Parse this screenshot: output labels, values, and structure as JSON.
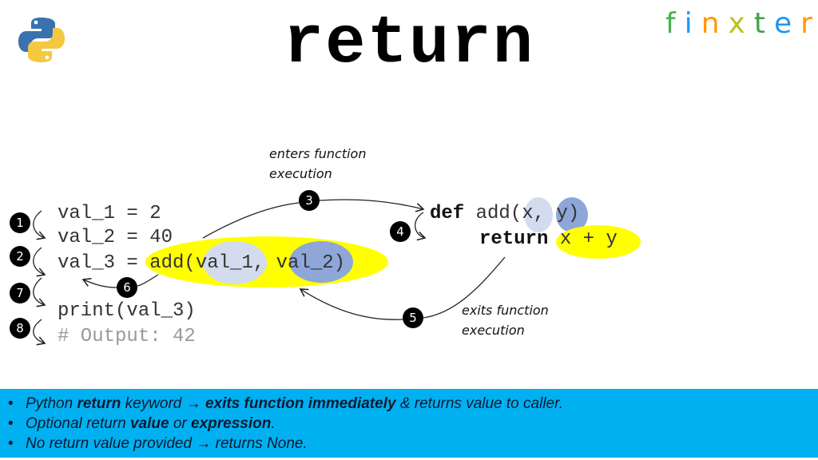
{
  "title": "return",
  "logos": {
    "python": "python-logo",
    "finxter": {
      "letters": [
        {
          "char": "f",
          "color": "#4caf50"
        },
        {
          "char": "i",
          "color": "#2196f3"
        },
        {
          "char": "n",
          "color": "#ff9800"
        },
        {
          "char": "x",
          "color": "#c0c020"
        },
        {
          "char": "t",
          "color": "#43a047"
        },
        {
          "char": "e",
          "color": "#2196f3"
        },
        {
          "char": "r",
          "color": "#ff9800"
        }
      ]
    }
  },
  "caller_code": {
    "line1": "val_1 = 2",
    "line2": "val_2 = 40",
    "line3_prefix": "val_3 = ",
    "line3_call": "add(",
    "line3_arg1": "val_1",
    "line3_sep": ", ",
    "line3_arg2": "val_2",
    "line3_close": ")",
    "line4": "print(val_3)",
    "line5": "# Output: 42"
  },
  "function_code": {
    "def_keyword": "def",
    "signature_prefix": " add(",
    "param_x": "x",
    "param_sep": ", ",
    "param_y": "y",
    "signature_close": ")",
    "return_keyword": "return",
    "return_expr": "x + y"
  },
  "annotations": {
    "enters": [
      "enters function",
      "execution"
    ],
    "exits": [
      "exits function",
      "execution"
    ]
  },
  "steps": [
    "1",
    "2",
    "3",
    "4",
    "5",
    "6",
    "7",
    "8"
  ],
  "colors": {
    "highlight_yellow": "#ffff00",
    "arg1_blue_light": "#d2dcee",
    "arg2_blue_dark": "#8ea6d8",
    "footer_bg": "#00b0f0",
    "badge_bg": "#000000"
  },
  "footer": {
    "bullet": "•",
    "items": [
      {
        "p1": "Python ",
        "b1": "return",
        "p2": " keyword → ",
        "b2": "exits function immediately",
        "p3": " & returns value to caller."
      },
      {
        "p1": "Optional return ",
        "b1": "value",
        "p2": " or ",
        "b2": "expression",
        "p3": "."
      },
      {
        "p1": "No return value provided → returns None."
      }
    ]
  }
}
